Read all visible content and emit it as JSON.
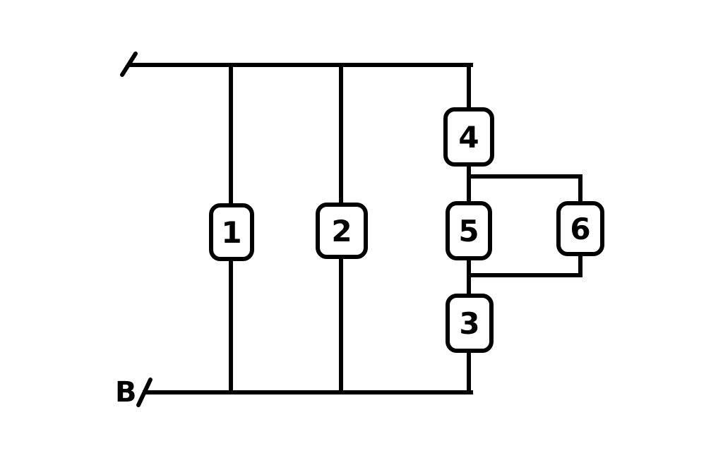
{
  "diagram": {
    "type": "circuit-block-diagram",
    "description": "Six numbered components between a top rail and a bottom rail labeled B. Components 1 and 2 are each on their own vertical branch; components 4, (5 parallel with 6), and 3 form a series chain on the right branch.",
    "terminals": {
      "bottom_left_label": "B"
    },
    "components": {
      "c1": {
        "label": "1"
      },
      "c2": {
        "label": "2"
      },
      "c3": {
        "label": "3"
      },
      "c4": {
        "label": "4"
      },
      "c5": {
        "label": "5"
      },
      "c6": {
        "label": "6"
      }
    },
    "connections": [
      "top-rail to bottom-rail via component 1",
      "top-rail to bottom-rail via component 2",
      "top-rail to component 4",
      "component 4 to component 5",
      "component 5 parallel with component 6",
      "component 5 to component 3",
      "component 3 to bottom-rail"
    ],
    "colors": {
      "line": "#000000",
      "background": "#ffffff"
    }
  }
}
